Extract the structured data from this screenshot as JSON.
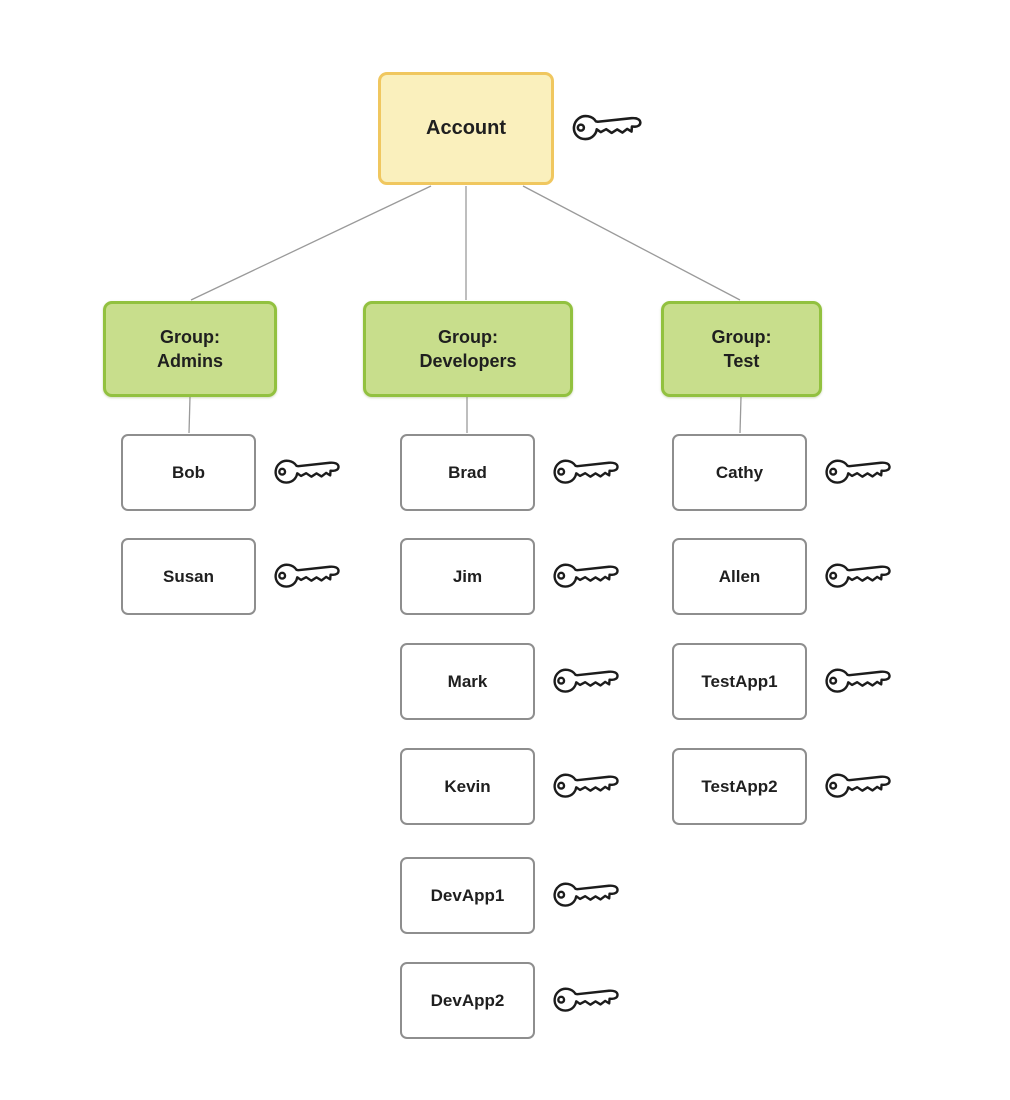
{
  "diagram": {
    "account": {
      "label": "Account"
    },
    "groups": [
      {
        "prefix": "Group:",
        "name": "Admins",
        "users": [
          "Bob",
          "Susan"
        ]
      },
      {
        "prefix": "Group:",
        "name": "Developers",
        "users": [
          "Brad",
          "Jim",
          "Mark",
          "Kevin",
          "DevApp1",
          "DevApp2"
        ]
      },
      {
        "prefix": "Group:",
        "name": "Test",
        "users": [
          "Cathy",
          "Allen",
          "TestApp1",
          "TestApp2"
        ]
      }
    ],
    "icons": {
      "key": "key-icon"
    },
    "colors": {
      "account_fill": "#FAF0BD",
      "account_border": "#F0C75F",
      "group_fill": "#C8DE8C",
      "group_border": "#92C13F",
      "user_fill": "#FFFFFF",
      "user_border": "#8E8E8E",
      "connector_line": "#9A9A9A",
      "text": "#1F1F1F"
    }
  }
}
